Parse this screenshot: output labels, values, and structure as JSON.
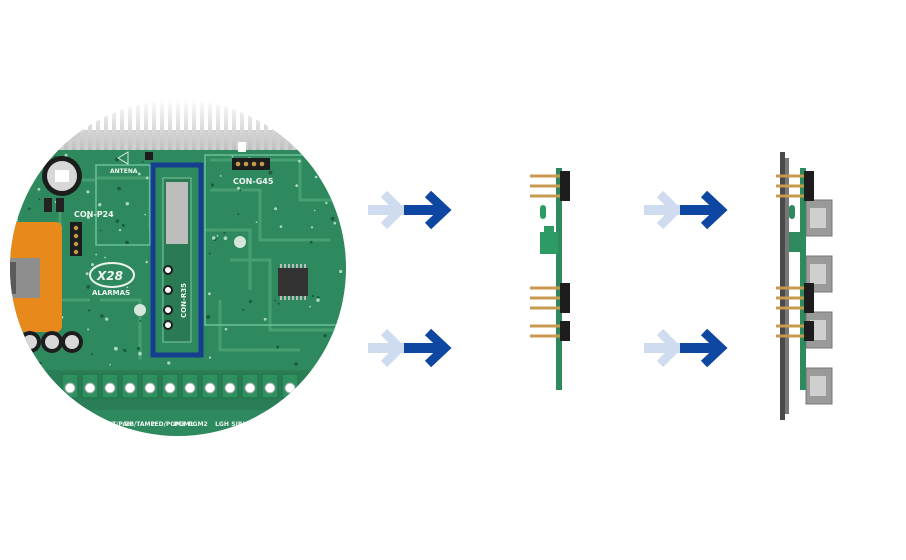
{
  "board": {
    "labels": {
      "antenna": "ANTENA",
      "con_g45": "CON-G45",
      "con_p24": "CON-P24",
      "con_r35": "CON-R35",
      "brand": "X28",
      "brand_sub": "ALARMAS"
    },
    "terminals": [
      "ST/PAN",
      "ZB/TAMP",
      "LED/PGM3",
      "PGM1",
      "PGM2",
      "LGH",
      "SIRI"
    ]
  },
  "colors": {
    "pcb": "#2e8a5e",
    "highlight": "#163e8f",
    "arrow_dark": "#0e47a1",
    "arrow_light": "#cfdcef",
    "pin_gold": "#c79a4d",
    "heatsink": "#d9d9d9",
    "orange": "#e8891c",
    "chassis": "#4a4a4a"
  },
  "icons": [
    "arrow-right-icon"
  ]
}
